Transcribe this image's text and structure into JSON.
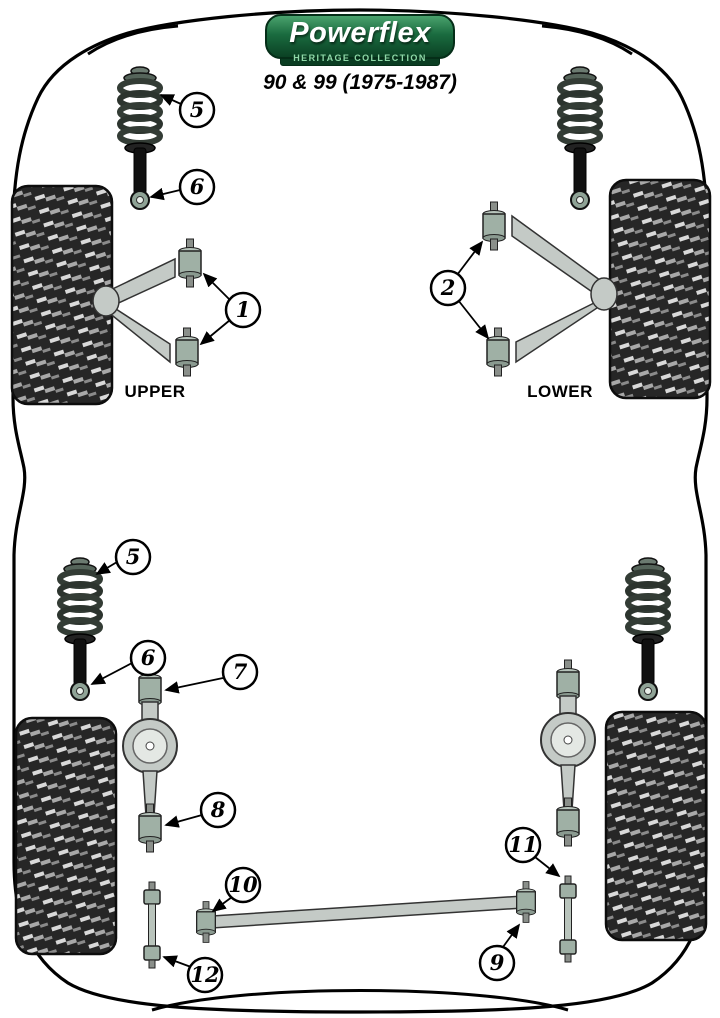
{
  "header": {
    "brand": "Powerflex",
    "collection": "HERITAGE COLLECTION",
    "model": "90 & 99 (1975-1987)"
  },
  "labels": {
    "upper": "UPPER",
    "lower": "LOWER"
  },
  "callouts": {
    "front_upper_arm": "1",
    "front_lower_arm": "2",
    "front_spring_top": "5",
    "front_shock_lower": "6",
    "rear_spring_top": "5",
    "rear_shock_lower": "6",
    "rear_arm_upper": "7",
    "rear_arm_lower": "8",
    "panhard_right": "9",
    "panhard_left": "10",
    "link_right": "11",
    "link_left": "12"
  },
  "colors": {
    "logo_green": "#1a6b3f",
    "logo_dark_green": "#0a3d22",
    "collection_text": "#8fd9a8",
    "outline_black": "#000000",
    "arm_gray": "#c4cac6",
    "bushing_gray_green": "#9fb0a5",
    "tire_dark": "#262626"
  }
}
